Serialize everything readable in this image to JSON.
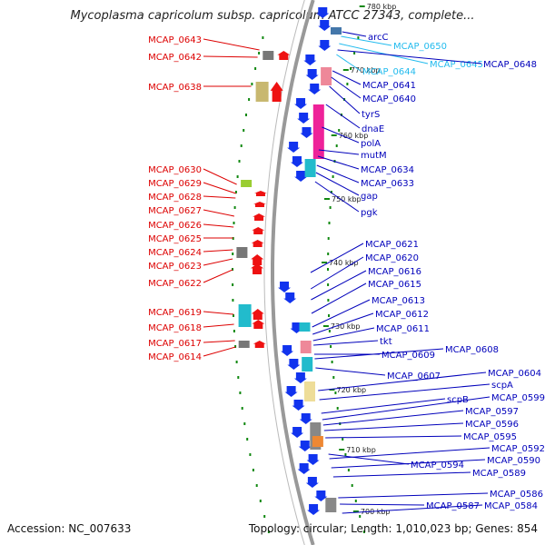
{
  "title": "Mycoplasma capricolum subsp. capricolum ATCC 27343, complete...",
  "accession_text": "Accession: NC_007633",
  "summary_text": "Topology: circular; Length: 1,010,023 bp; Genes: 854",
  "colors": {
    "left_label": "#dd0000",
    "right_label": "#0000bb",
    "rna_label": "#22bbee",
    "backbone": "#999999",
    "tick": "#118811"
  },
  "scale_labels": [
    "780 kbp",
    "770 kbp",
    "760 kbp",
    "750 kbp",
    "740 kbp",
    "730 kbp",
    "720 kbp",
    "710 kbp",
    "700 kbp"
  ],
  "left_labels": [
    "MCAP_0643",
    "MCAP_0642",
    "MCAP_0638",
    "MCAP_0630",
    "MCAP_0629",
    "MCAP_0628",
    "MCAP_0627",
    "MCAP_0626",
    "MCAP_0625",
    "MCAP_0624",
    "MCAP_0623",
    "MCAP_0622",
    "MCAP_0619",
    "MCAP_0618",
    "MCAP_0617",
    "MCAP_0614"
  ],
  "right_labels": [
    "arcC",
    "MCAP_0650",
    "MCAP_0645",
    "MCAP_0648",
    "MCAP_0644",
    "MCAP_0641",
    "MCAP_0640",
    "tyrS",
    "dnaE",
    "polA",
    "mutM",
    "MCAP_0634",
    "MCAP_0633",
    "gap",
    "pgk",
    "MCAP_0621",
    "MCAP_0620",
    "MCAP_0616",
    "MCAP_0615",
    "MCAP_0613",
    "MCAP_0612",
    "MCAP_0611",
    "tkt",
    "MCAP_0609",
    "MCAP_0608",
    "MCAP_0607",
    "MCAP_0604",
    "scpA",
    "scpB",
    "MCAP_0599",
    "MCAP_0597",
    "MCAP_0596",
    "MCAP_0595",
    "MCAP_0594",
    "MCAP_0592",
    "MCAP_0590",
    "MCAP_0589",
    "MCAP_0586",
    "MCAP_0587",
    "MCAP_0584"
  ]
}
